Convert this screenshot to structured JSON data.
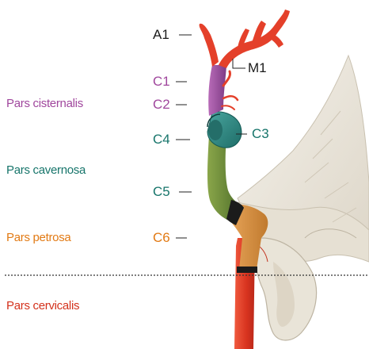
{
  "regions": [
    {
      "label": "Pars cisternalis",
      "color": "#a0479d"
    },
    {
      "label": "Pars cavernosa",
      "color": "#17756b"
    },
    {
      "label": "Pars petrosa",
      "color": "#e27a14"
    },
    {
      "label": "Pars cervicalis",
      "color": "#d4321d"
    }
  ],
  "segments": {
    "A1": {
      "label": "A1",
      "color": "#1a1a1a"
    },
    "M1": {
      "label": "M1",
      "color": "#1a1a1a"
    },
    "C1": {
      "label": "C1",
      "color": "#a0479d"
    },
    "C2": {
      "label": "C2",
      "color": "#a0479d"
    },
    "C3": {
      "label": "C3",
      "color": "#17756b"
    },
    "C4": {
      "label": "C4",
      "color": "#17756b"
    },
    "C5": {
      "label": "C5",
      "color": "#17756b"
    },
    "C6": {
      "label": "C6",
      "color": "#e27a14"
    }
  },
  "colors": {
    "artery_red": "#e4402a",
    "cavernous_teal": "#2f8a84",
    "cavernous_green": "#6b8c3a",
    "petrous_orange": "#d8913f",
    "bone": "#ece8df"
  }
}
